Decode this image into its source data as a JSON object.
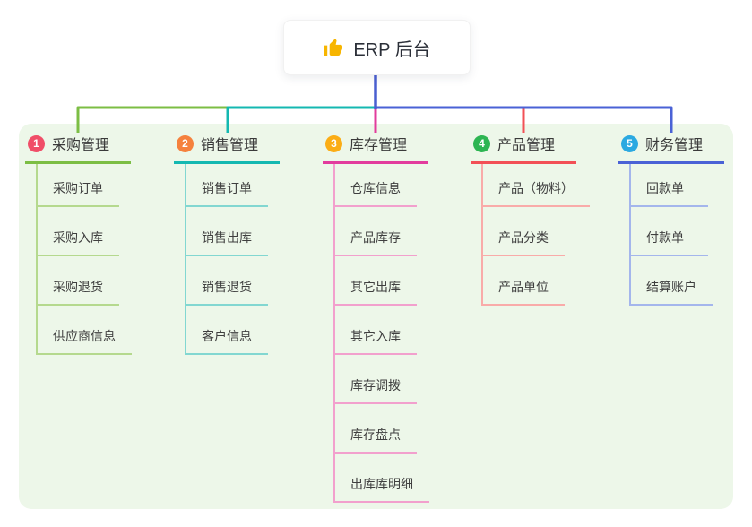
{
  "root": {
    "icon": "thumbs-up",
    "title": "ERP 后台",
    "line_color": "#4a5fd0",
    "icon_color": "#f7b500"
  },
  "panel": {
    "background": "#edf7e9"
  },
  "branches": [
    {
      "badge": "1",
      "label": "采购管理",
      "badge_color": "#f04e68",
      "line_color": "#7cbe44",
      "light_color": "#b5d98e",
      "items": [
        "采购订单",
        "采购入库",
        "采购退货",
        "供应商信息"
      ]
    },
    {
      "badge": "2",
      "label": "销售管理",
      "badge_color": "#f5813d",
      "line_color": "#14b8b1",
      "light_color": "#82d7d1",
      "items": [
        "销售订单",
        "销售出库",
        "销售退货",
        "客户信息"
      ]
    },
    {
      "badge": "3",
      "label": "库存管理",
      "badge_color": "#fbad15",
      "line_color": "#e23c9d",
      "light_color": "#f2a0cd",
      "items": [
        "仓库信息",
        "产品库存",
        "其它出库",
        "其它入库",
        "库存调拨",
        "库存盘点",
        "出库库明细"
      ]
    },
    {
      "badge": "4",
      "label": "产品管理",
      "badge_color": "#2db552",
      "line_color": "#f25056",
      "light_color": "#f9aba9",
      "items": [
        "产品（物料）",
        "产品分类",
        "产品单位"
      ]
    },
    {
      "badge": "5",
      "label": "财务管理",
      "badge_color": "#2ba9e1",
      "line_color": "#4a62d6",
      "light_color": "#a4b6ec",
      "items": [
        "回款单",
        "付款单",
        "结算账户"
      ]
    }
  ]
}
